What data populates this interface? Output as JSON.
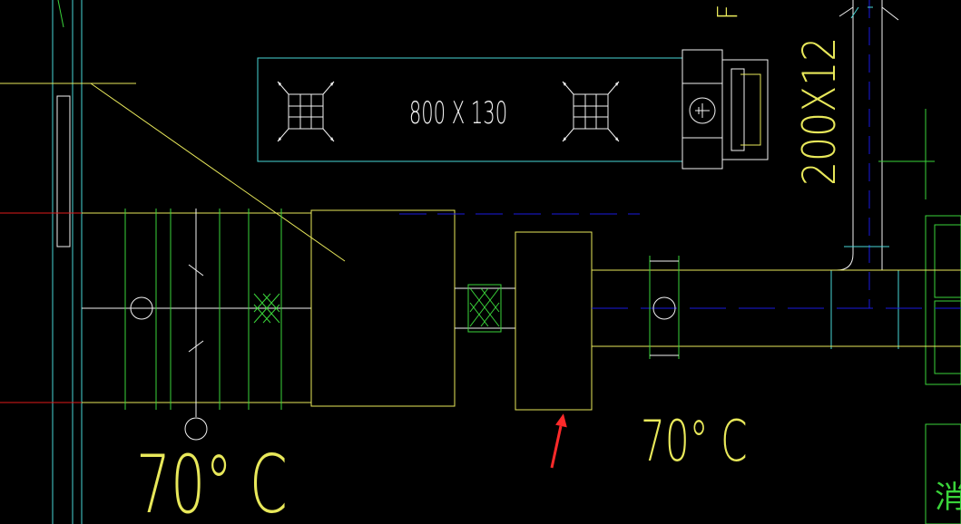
{
  "drawing": {
    "background": "#000000",
    "colors": {
      "cyan": "#49d6d6",
      "yellow": "#e8e85a",
      "white": "#f2f2f2",
      "green": "#3ad43a",
      "blue": "#1a1ae0",
      "red": "#e01a1a",
      "arrow_red": "#ff2a2a"
    },
    "diffuser_label": "800  X 130",
    "duct_size_label": "200X12",
    "corner_letter": "F",
    "temp_label_large": "70° C",
    "temp_label_small": "70° C",
    "edge_char": "消",
    "arrow_marker": "red-arrow-marker"
  }
}
